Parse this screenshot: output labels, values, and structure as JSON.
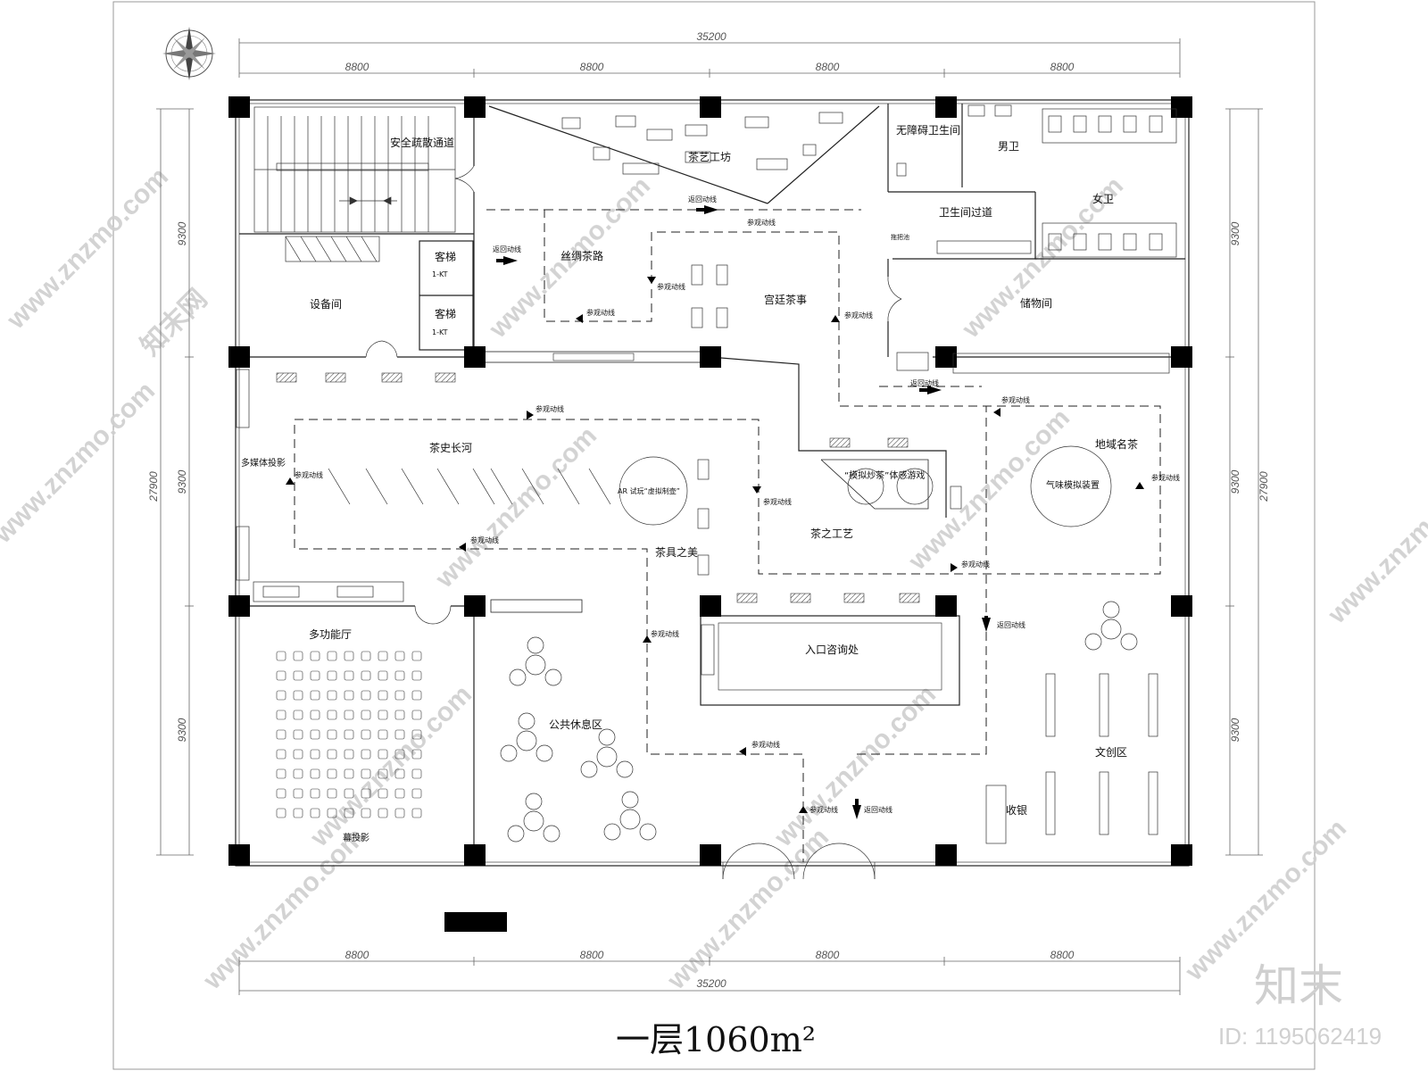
{
  "plan": {
    "title": "一层1060m²",
    "dimensions": {
      "top_total": "35200",
      "top_segments": [
        "8800",
        "8800",
        "8800",
        "8800"
      ],
      "bottom_total": "35200",
      "bottom_segments": [
        "8800",
        "8800",
        "8800",
        "8800"
      ],
      "left_total": "27900",
      "left_segments": [
        "9300",
        "9300",
        "9300"
      ],
      "right_total": "27900",
      "right_segments": [
        "9300",
        "9300",
        "9300"
      ]
    },
    "rooms": {
      "safety_exit": "安全疏散通道",
      "tea_workshop": "茶艺工坊",
      "silk_tea_road": "丝绸茶路",
      "palace_tea": "宫廷茶事",
      "accessible_wc": "无障碍卫生间",
      "mens_wc": "男卫",
      "womens_wc": "女卫",
      "wc_corridor": "卫生间过道",
      "storage": "储物间",
      "equipment": "设备间",
      "elevator_1": "客梯",
      "elevator_1_code": "1-KT",
      "elevator_2": "客梯",
      "elevator_2_code": "1-KT",
      "tea_history": "茶史长河",
      "multimedia": "多媒体投影",
      "ar_zone": "AR 试玩“虚拟制壶”",
      "stir_fry": "“模拟炒茶”体感游戏",
      "regional_tea": "地域名茶",
      "aroma_device": "气味模拟装置",
      "teaware": "茶具之美",
      "tea_craft": "茶之工艺",
      "multipurpose": "多功能厅",
      "curtain_projection": "幕投影",
      "public_rest": "公共休息区",
      "reception": "入口咨询处",
      "creative": "文创区",
      "cashier": "收银",
      "mop_pool": "拖把池"
    },
    "flow": {
      "visit": "参观动线",
      "return": "返回动线"
    }
  },
  "branding": {
    "watermark": "www.znzmo.com",
    "watermark_cn": "知末网",
    "logo": "知末",
    "id_label": "ID: 1195062419"
  }
}
